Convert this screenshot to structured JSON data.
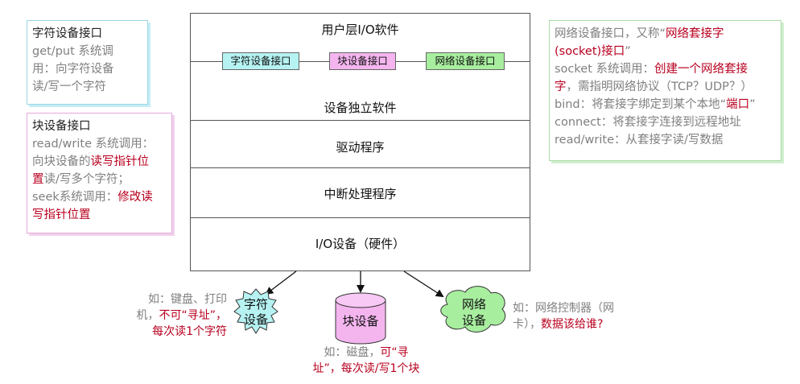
{
  "char_note": {
    "title": "字符设备接口",
    "line1": "get/put 系统调",
    "line2": "用：向字符设备",
    "line3": "读/写一个字符"
  },
  "block_note": {
    "title": "块设备接口",
    "line1": "read/write 系统调用：",
    "line2_pre": "向块设备的",
    "line2_red": "读写指针位",
    "line3_red": "置",
    "line3_post": "读/写多个字符；",
    "line4_pre": "seek系统调用：",
    "line4_red": "修改读",
    "line5_red": "写指针位置"
  },
  "net_note": {
    "line1_pre": "网络设备接口，又称“",
    "line1_red": "网络套接字",
    "line2_red": "(socket)接口",
    "line2_post": "”",
    "line3_pre": "socket 系统调用：",
    "line3_red": "创建一个网络套接",
    "line4_red": "字",
    "line4_post": "，需指明网络协议（TCP？UDP？）",
    "line5_pre": "bind：将套接字绑定到某个本地“",
    "line5_red": "端口",
    "line5_post": "”",
    "line6": "connect：将套接字连接到远程地址",
    "line7": "read/write：从套接字读/写数据"
  },
  "stack": {
    "user_layer": "用户层I/O软件",
    "if_char": "字符设备接口",
    "if_block": "块设备接口",
    "if_net": "网络设备接口",
    "independent": "设备独立软件",
    "driver": "驱动程序",
    "interrupt": "中断处理程序",
    "hardware": "I/O设备（硬件）"
  },
  "devices": {
    "char_device": [
      "字符",
      "设备"
    ],
    "block_device": "块设备",
    "net_device": [
      "网络",
      "设备"
    ]
  },
  "captions": {
    "char_line1": "如：键盘、打印",
    "char_line2_pre": "机，",
    "char_line2_red": "不可“寻址”，",
    "char_line3_red": "每次读1个字符",
    "block_line1_pre": "如：磁盘，",
    "block_line1_red": "可“寻",
    "block_line2_red": "址”，每次读/写1个块",
    "net_line1": "如：网络控制器（网",
    "net_line2_pre": "卡），",
    "net_line2_red": "数据该给谁?"
  },
  "colors": {
    "highlight_red": "#b8001f",
    "gray_text": "#808080",
    "char_fill": "#b6f2f2",
    "block_fill": "#f4b5ef",
    "net_fill": "#a8ee9f"
  }
}
